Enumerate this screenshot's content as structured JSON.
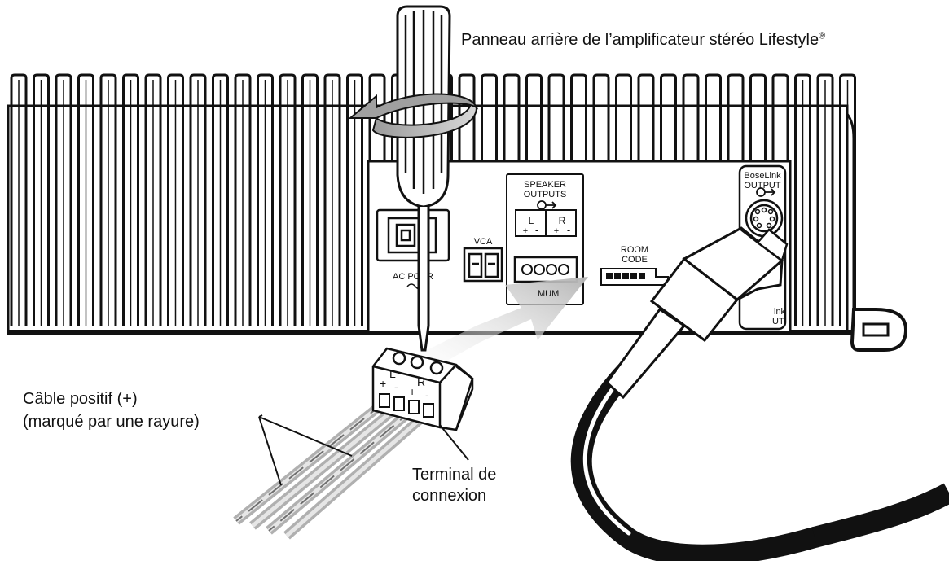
{
  "title": {
    "text": "Panneau arrière de l’amplificateur stéréo Lifestyle",
    "mark": "®"
  },
  "callouts": {
    "positive_cable_line1": "Câble positif (+)",
    "positive_cable_line2": "(marqué par une rayure)",
    "terminal_line1": "Terminal de",
    "terminal_line2": "connexion"
  },
  "panel": {
    "speaker_outputs_line1": "SPEAKER",
    "speaker_outputs_line2": "OUTPUTS",
    "left": "L",
    "right": "R",
    "plus": "+",
    "minus": "-",
    "vca": "VCA",
    "ac_power": "AC PO",
    "ac_power_tail": "R",
    "maximum_fragment": "MUM",
    "room_code_line1": "ROOM",
    "room_code_line2": "CODE",
    "boselink_output_line1": "BoseLink",
    "boselink_output_line2": "OUTPUT",
    "boselink_input_fragment1": "ink",
    "boselink_input_fragment2": "UT"
  },
  "terminal_block": {
    "left": "L",
    "right": "R",
    "plus": "+",
    "minus": "-"
  },
  "icons": [
    "screwdriver-icon",
    "rotation-arrow-icon",
    "insertion-arrow-icon",
    "boselink-cable-icon",
    "din-connector-icon",
    "output-arrow-icon"
  ],
  "colors": {
    "ink": "#111111",
    "stripe_gray": "#9a9a9a",
    "arrow_gray": "#c8c8c8",
    "background": "#ffffff"
  }
}
